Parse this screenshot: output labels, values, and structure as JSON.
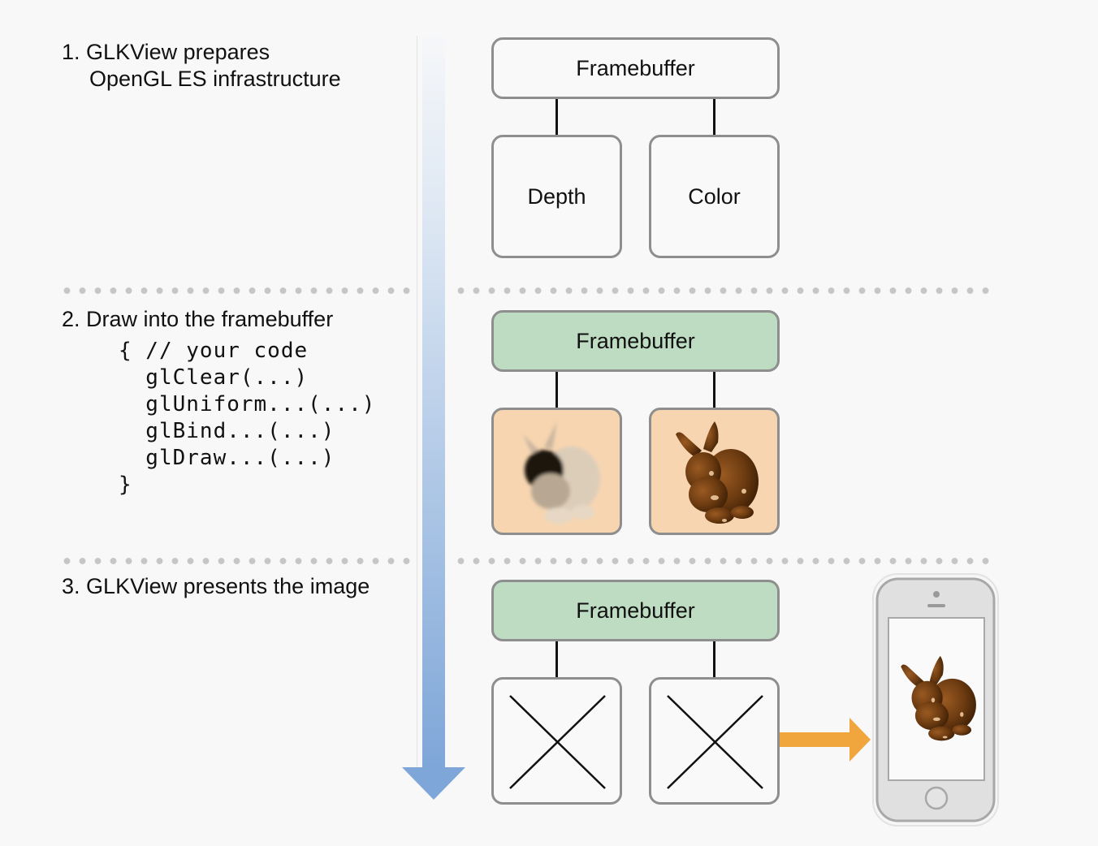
{
  "steps": [
    {
      "number": "1.",
      "title_line1": "GLKView prepares",
      "title_line2": "OpenGL ES infrastructure"
    },
    {
      "number": "2.",
      "title_line1": "Draw into the framebuffer",
      "code": [
        "{ // your code",
        "  glClear(...)",
        "  glUniform...(...)",
        "  glBind...(...)",
        "  glDraw...(...)",
        "}"
      ]
    },
    {
      "number": "3.",
      "title_line1": "GLKView presents the image"
    }
  ],
  "diagram": {
    "stage1": {
      "framebuffer_label": "Framebuffer",
      "left_label": "Depth",
      "right_label": "Color"
    },
    "stage2": {
      "framebuffer_label": "Framebuffer",
      "left_image": "depth-buffer-bunny",
      "right_image": "color-buffer-bunny"
    },
    "stage3": {
      "framebuffer_label": "Framebuffer",
      "left_state": "discarded",
      "right_state": "discarded",
      "device": "iphone-showing-bunny"
    }
  },
  "colors": {
    "framebuffer_active": "#bedcc2",
    "buffer_filled": "#f7d5b0",
    "time_arrow": "#7ea6d8",
    "present_arrow": "#f0a63c",
    "box_border": "#8e8e8e",
    "bunny": "#6b3a10"
  }
}
